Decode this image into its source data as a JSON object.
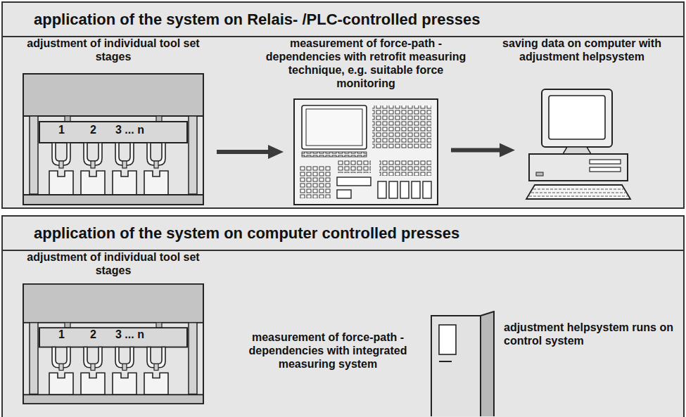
{
  "diagram": {
    "nodes": [
      {
        "text": [
          "application of the system on Relais- /PLC-controlled presses"
        ]
      },
      {
        "text": [
          "adjustment of individual tool set stages"
        ],
        "in": 0
      },
      {
        "text": [
          "measurement of force-path -dependencies with retrofit measuring technique, e.g. suitable force monitoring"
        ],
        "in": 0
      },
      {
        "text": [
          "saving data on computer with adjustment helpsystem"
        ],
        "in": 0
      },
      {
        "text": [
          "application of the system on computer controlled presses"
        ]
      },
      {
        "text": [
          "adjustment of individual tool set stages"
        ],
        "in": 4
      },
      {
        "text": [
          "adjustment helpsystem runs on control system"
        ],
        "in": 4
      }
    ],
    "edges": [
      {
        "from": 1,
        "to": 2,
        "arrow": "to"
      },
      {
        "from": 2,
        "to": 3,
        "arrow": "to"
      }
    ],
    "labels": [
      "1",
      "2",
      "3 ... n",
      "1",
      "2",
      "3 ... n",
      "measurement of force-path -dependencies with integrated measuring system"
    ]
  }
}
